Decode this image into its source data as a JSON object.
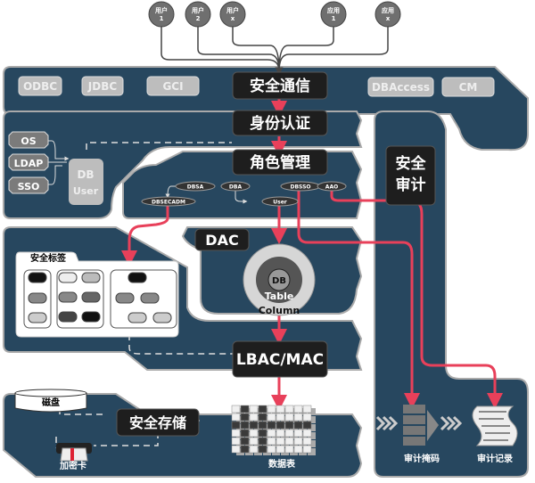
{
  "sources": [
    {
      "line1": "用户",
      "line2": "1"
    },
    {
      "line1": "用户",
      "line2": "2"
    },
    {
      "line1": "用户",
      "line2": "x"
    },
    {
      "line1": "应用",
      "line2": "1"
    },
    {
      "line1": "应用",
      "line2": "x"
    }
  ],
  "interfaces": [
    "ODBC",
    "JDBC",
    "GCI",
    "DBAccess",
    "CM"
  ],
  "stages": {
    "comm": "安全通信",
    "auth": "身份认证",
    "role": "角色管理",
    "dac": "DAC",
    "lbac": "LBAC/MAC",
    "storage": "安全存储",
    "audit": "安全审计"
  },
  "auth_sources": [
    "OS",
    "LDAP",
    "SSO"
  ],
  "db_user": {
    "line1": "DB",
    "line2": "User"
  },
  "roles": {
    "dbsa": "DBSA",
    "dba": "DBA",
    "dbsso": "DBSSO",
    "aao": "AAO",
    "dbsecadm": "DBSECADM",
    "user": "User"
  },
  "security_label": "安全标签",
  "dac_rings": {
    "db": "DB",
    "table": "Table",
    "column": "Column"
  },
  "storage": {
    "disk": "磁盘",
    "card": "加密卡",
    "table": "数据表"
  },
  "audit": {
    "mask": "审计掩码",
    "record": "审计记录"
  },
  "colors": {
    "panel": "#27475f",
    "box": "#1e1e1e",
    "accent": "#e8405a",
    "chip": "#bdbdbd"
  }
}
